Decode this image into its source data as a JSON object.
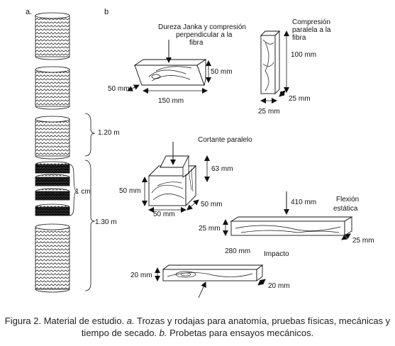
{
  "panels": {
    "a": "a.",
    "b": "b"
  },
  "left_labels": {
    "dim_120": "1.20 m",
    "dim_1cm": "1 cm",
    "dim_130": "1.30 m"
  },
  "specimens": {
    "janka": {
      "title_1": "Dureza Janka y compresión",
      "title_2": "perpendicular a la",
      "title_3": "fibra",
      "h": "50 mm",
      "w": "50 mm",
      "l": "150 mm"
    },
    "comp_paralela": {
      "title_1": "Compresión",
      "title_2": "paralela a la",
      "title_3": "fibra",
      "h": "100 mm",
      "a": "25 mm",
      "b": "25 mm"
    },
    "cortante": {
      "title": "Cortante paralelo",
      "h": "63 mm",
      "left": "50 mm",
      "bottom": "50 mm",
      "depth": "50 mm"
    },
    "flexion": {
      "title_1": "Flexión",
      "title_2": "estática",
      "load": "410 mm",
      "h": "25 mm",
      "w": "25 mm",
      "l": "280 mm"
    },
    "impacto": {
      "title": "Impacto",
      "h": "20 mm",
      "w": "20 mm"
    }
  },
  "caption": {
    "prefix": "Figura 2. Material de estudio. ",
    "a": "a.",
    "mid": " Trozas y rodajas para anatomía, pruebas físicas, mecánicas y tiempo de secado. ",
    "b": "b.",
    "suffix": " Probetas para ensayos mecánicos."
  }
}
